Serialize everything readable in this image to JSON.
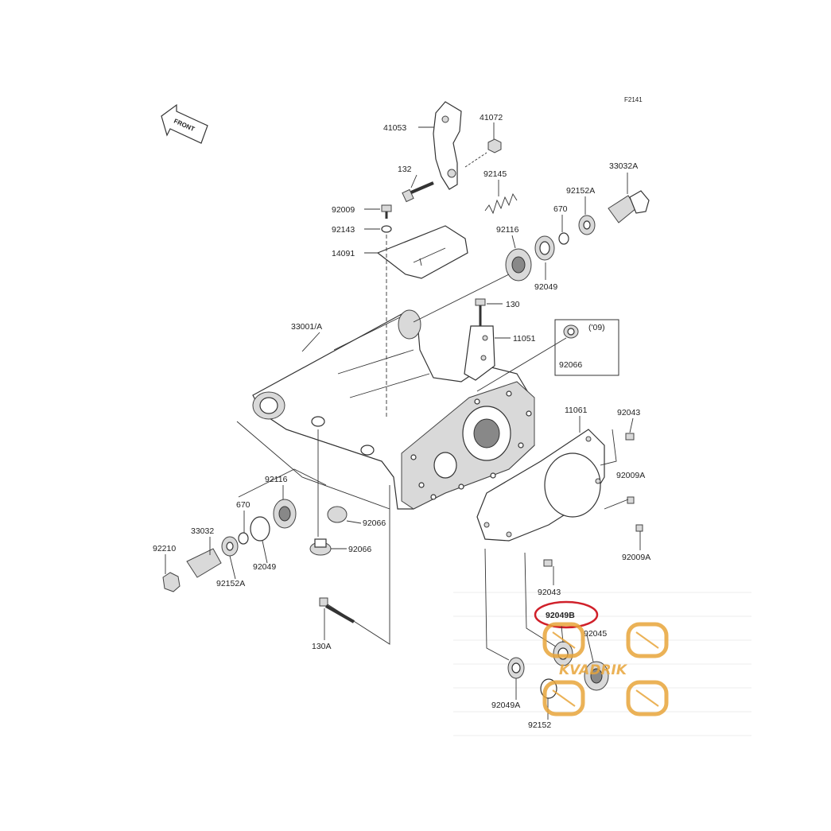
{
  "figure_code": "F2141",
  "front_indicator": "FRONT",
  "year_note": "('09)",
  "highlight": {
    "label": "92049B",
    "color": "#d0202a"
  },
  "watermark": {
    "text": "KVADRIK",
    "color": "#e8a53a"
  },
  "parts": [
    {
      "label": "41053"
    },
    {
      "label": "41072"
    },
    {
      "label": "132"
    },
    {
      "label": "92145"
    },
    {
      "label": "33032A"
    },
    {
      "label": "92152A"
    },
    {
      "label": "670"
    },
    {
      "label": "92009"
    },
    {
      "label": "92143"
    },
    {
      "label": "92116"
    },
    {
      "label": "14091"
    },
    {
      "label": "92049"
    },
    {
      "label": "130"
    },
    {
      "label": "33001/A"
    },
    {
      "label": "11051"
    },
    {
      "label": "92066"
    },
    {
      "label": "11061"
    },
    {
      "label": "92043"
    },
    {
      "label": "92009A"
    },
    {
      "label": "92116"
    },
    {
      "label": "670"
    },
    {
      "label": "33032"
    },
    {
      "label": "92066"
    },
    {
      "label": "92210"
    },
    {
      "label": "92066"
    },
    {
      "label": "92049"
    },
    {
      "label": "92152A"
    },
    {
      "label": "92009A"
    },
    {
      "label": "92043"
    },
    {
      "label": "130A"
    },
    {
      "label": "92045"
    },
    {
      "label": "92049A"
    },
    {
      "label": "92152"
    }
  ]
}
